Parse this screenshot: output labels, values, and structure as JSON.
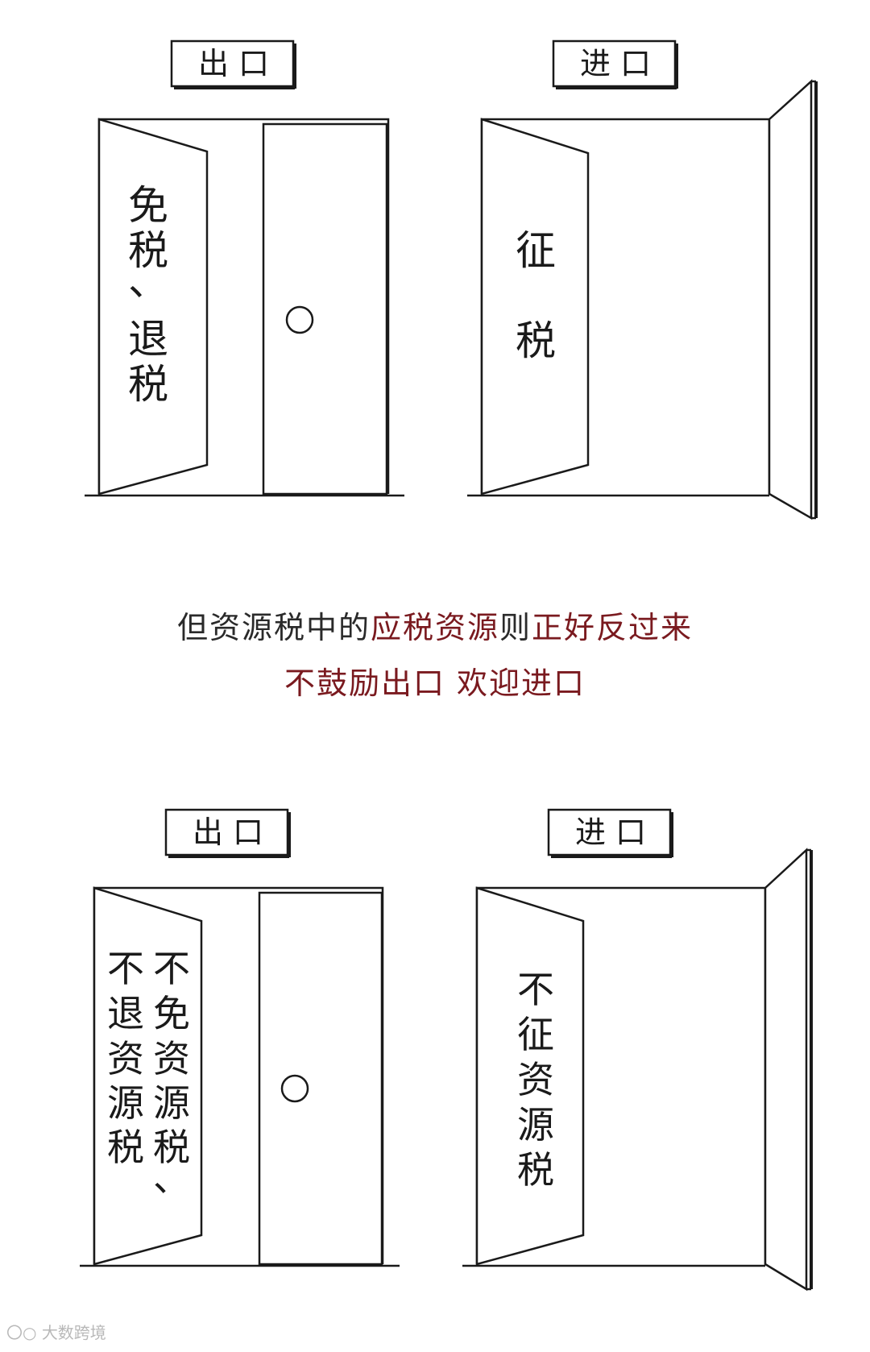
{
  "top": {
    "exit_sign": "出 口",
    "entry_sign": "进 口",
    "exit_door_text": [
      "免",
      "税",
      "、",
      "退",
      "税"
    ],
    "entry_door_text": [
      "征",
      "税"
    ]
  },
  "caption": {
    "line1": [
      {
        "text": "但资源税中的",
        "color": "dark"
      },
      {
        "text": "应税资源",
        "color": "red"
      },
      {
        "text": "则",
        "color": "dark"
      },
      {
        "text": "正好反过来",
        "color": "red"
      }
    ],
    "line2": "不鼓励出口 欢迎进口"
  },
  "bottom": {
    "exit_sign": "出 口",
    "entry_sign": "进 口",
    "exit_door_col_right": [
      "不",
      "免",
      "资",
      "源",
      "税",
      "、"
    ],
    "exit_door_col_left": [
      "不",
      "退",
      "资",
      "源",
      "税"
    ],
    "entry_door_text": [
      "不",
      "征",
      "资",
      "源",
      "税"
    ]
  },
  "watermark": "大数跨境",
  "colors": {
    "red": "#7a1a1f",
    "dark": "#2a2a2a"
  }
}
